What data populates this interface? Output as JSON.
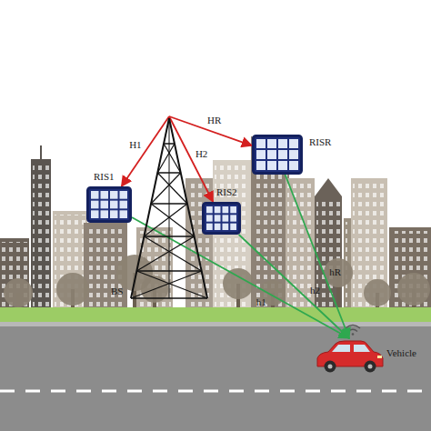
{
  "diagram": {
    "nodes": [
      {
        "text": [
          "BS"
        ]
      },
      {
        "text": [
          "RIS1"
        ]
      },
      {
        "text": [
          "RIS2"
        ]
      },
      {
        "text": [
          "RISR"
        ]
      },
      {
        "text": [
          "Vehicle"
        ]
      }
    ],
    "edges": [
      {
        "from": 0,
        "to": 1,
        "arrow": "to",
        "label": "H1"
      },
      {
        "from": 0,
        "to": 3,
        "arrow": "to",
        "label": "HR"
      },
      {
        "from": 0,
        "to": 2,
        "arrow": "to",
        "label": "H2"
      },
      {
        "from": 1,
        "to": 4,
        "arrow": "to",
        "label": "h1"
      },
      {
        "from": 2,
        "to": 4,
        "arrow": "to",
        "label": "h2"
      },
      {
        "from": 3,
        "to": 4,
        "arrow": "to",
        "label": "hR"
      }
    ]
  }
}
